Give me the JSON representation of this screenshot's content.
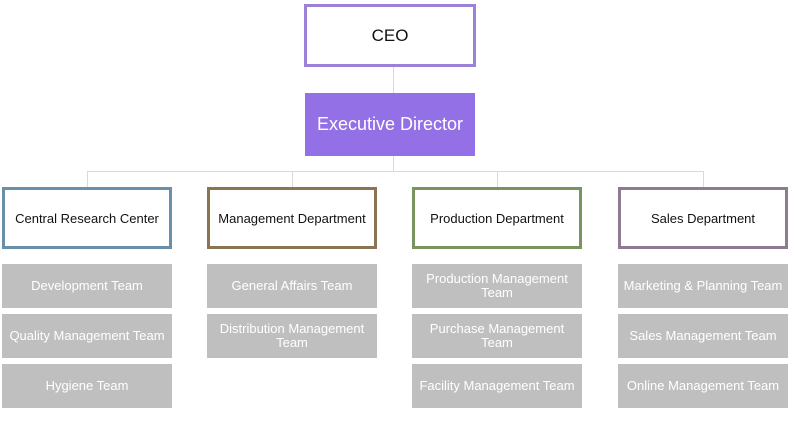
{
  "ceo": {
    "label": "CEO"
  },
  "executive": {
    "label": "Executive Director"
  },
  "colors": {
    "ceo_border": "#9b82d6",
    "executive_fill": "#9370e6",
    "team_fill": "#bfbfbf",
    "connector": "#d9d9d9"
  },
  "departments": [
    {
      "label": "Central Research Center",
      "border_color": "#6a8fa8",
      "teams": [
        "Development Team",
        "Quality Management Team",
        "Hygiene Team"
      ]
    },
    {
      "label": "Management Department",
      "border_color": "#8b7452",
      "teams": [
        "General Affairs Team",
        "Distribution Management Team"
      ]
    },
    {
      "label": "Production Department",
      "border_color": "#7a9460",
      "teams": [
        "Production Management Team",
        "Purchase Management Team",
        "Facility Management Team"
      ]
    },
    {
      "label": "Sales Department",
      "border_color": "#8e7b92",
      "teams": [
        "Marketing & Planning Team",
        "Sales Management Team",
        "Online Management Team"
      ]
    }
  ]
}
